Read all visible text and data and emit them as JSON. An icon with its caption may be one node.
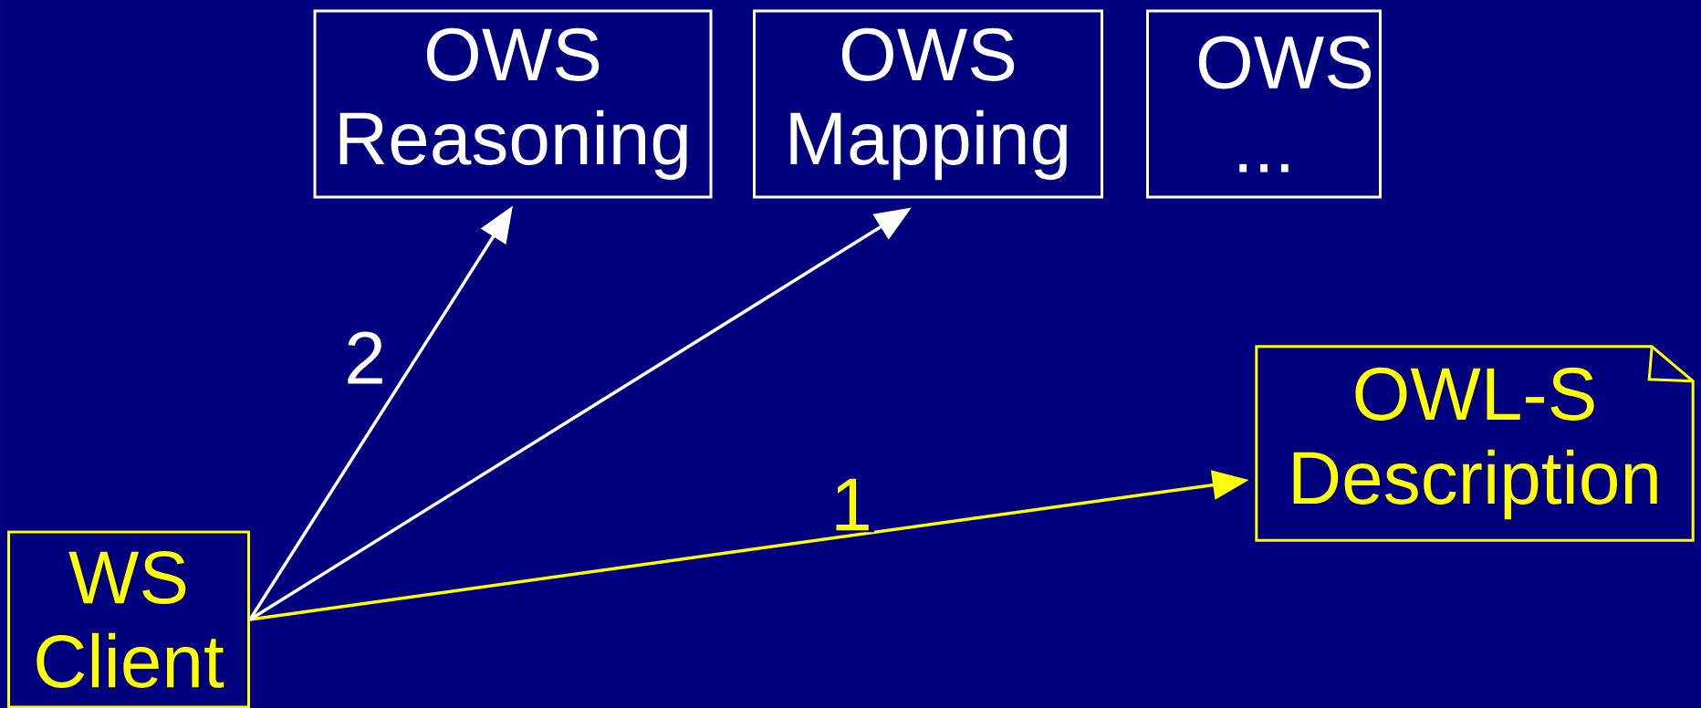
{
  "diagram": {
    "nodes": [
      {
        "text": [
          "OWS Reasoning"
        ]
      },
      {
        "text": [
          "OWS Mapping"
        ]
      },
      {
        "text": [
          "OWS ..."
        ]
      },
      {
        "text": [
          "OWL-S Description"
        ]
      },
      {
        "text": [
          "WS Client"
        ]
      }
    ],
    "edges": [
      {
        "from": 4,
        "to": 3,
        "arrow": "to",
        "label": "1",
        "color": "#ffff00"
      },
      {
        "from": 4,
        "to": 0,
        "arrow": "to",
        "label": "2"
      },
      {
        "from": 4,
        "to": 1,
        "arrow": "to"
      }
    ]
  }
}
